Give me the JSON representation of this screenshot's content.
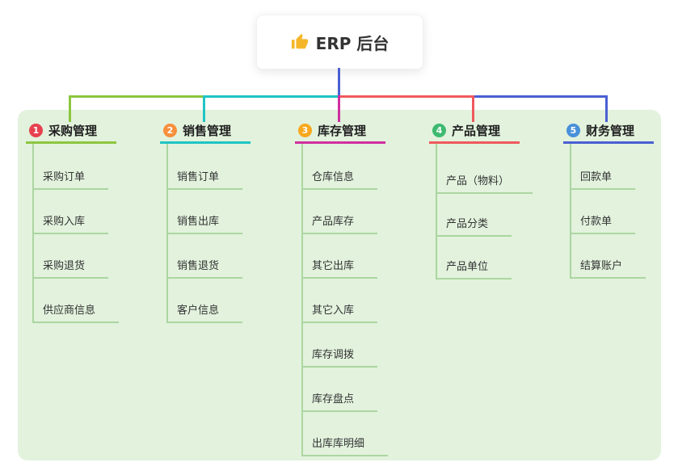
{
  "root": {
    "title": "ERP 后台",
    "icon": "thumbs-up-icon"
  },
  "branches": [
    {
      "index": "1",
      "label": "采购管理",
      "color": "#8dc63f",
      "badge_color": "#e8414f",
      "children": [
        "采购订单",
        "采购入库",
        "采购退货",
        "供应商信息"
      ]
    },
    {
      "index": "2",
      "label": "销售管理",
      "color": "#1fc4c4",
      "badge_color": "#f78f3d",
      "children": [
        "销售订单",
        "销售出库",
        "销售退货",
        "客户信息"
      ]
    },
    {
      "index": "3",
      "label": "库存管理",
      "color": "#cf2f9f",
      "badge_color": "#f9a81d",
      "children": [
        "仓库信息",
        "产品库存",
        "其它出库",
        "其它入库",
        "库存调拨",
        "库存盘点",
        "出库库明细"
      ]
    },
    {
      "index": "4",
      "label": "产品管理",
      "color": "#f0595c",
      "badge_color": "#3dba6f",
      "children": [
        "产品（物料）",
        "产品分类",
        "产品单位"
      ]
    },
    {
      "index": "5",
      "label": "财务管理",
      "color": "#4a5fd2",
      "badge_color": "#4a90d9",
      "children": [
        "回款单",
        "付款单",
        "结算账户"
      ]
    }
  ],
  "colors": {
    "root_connector": "#4a5fd2",
    "child_line": "#abd6a0",
    "panel_background": "#e2f2dd",
    "icon_color": "#f5b729"
  }
}
